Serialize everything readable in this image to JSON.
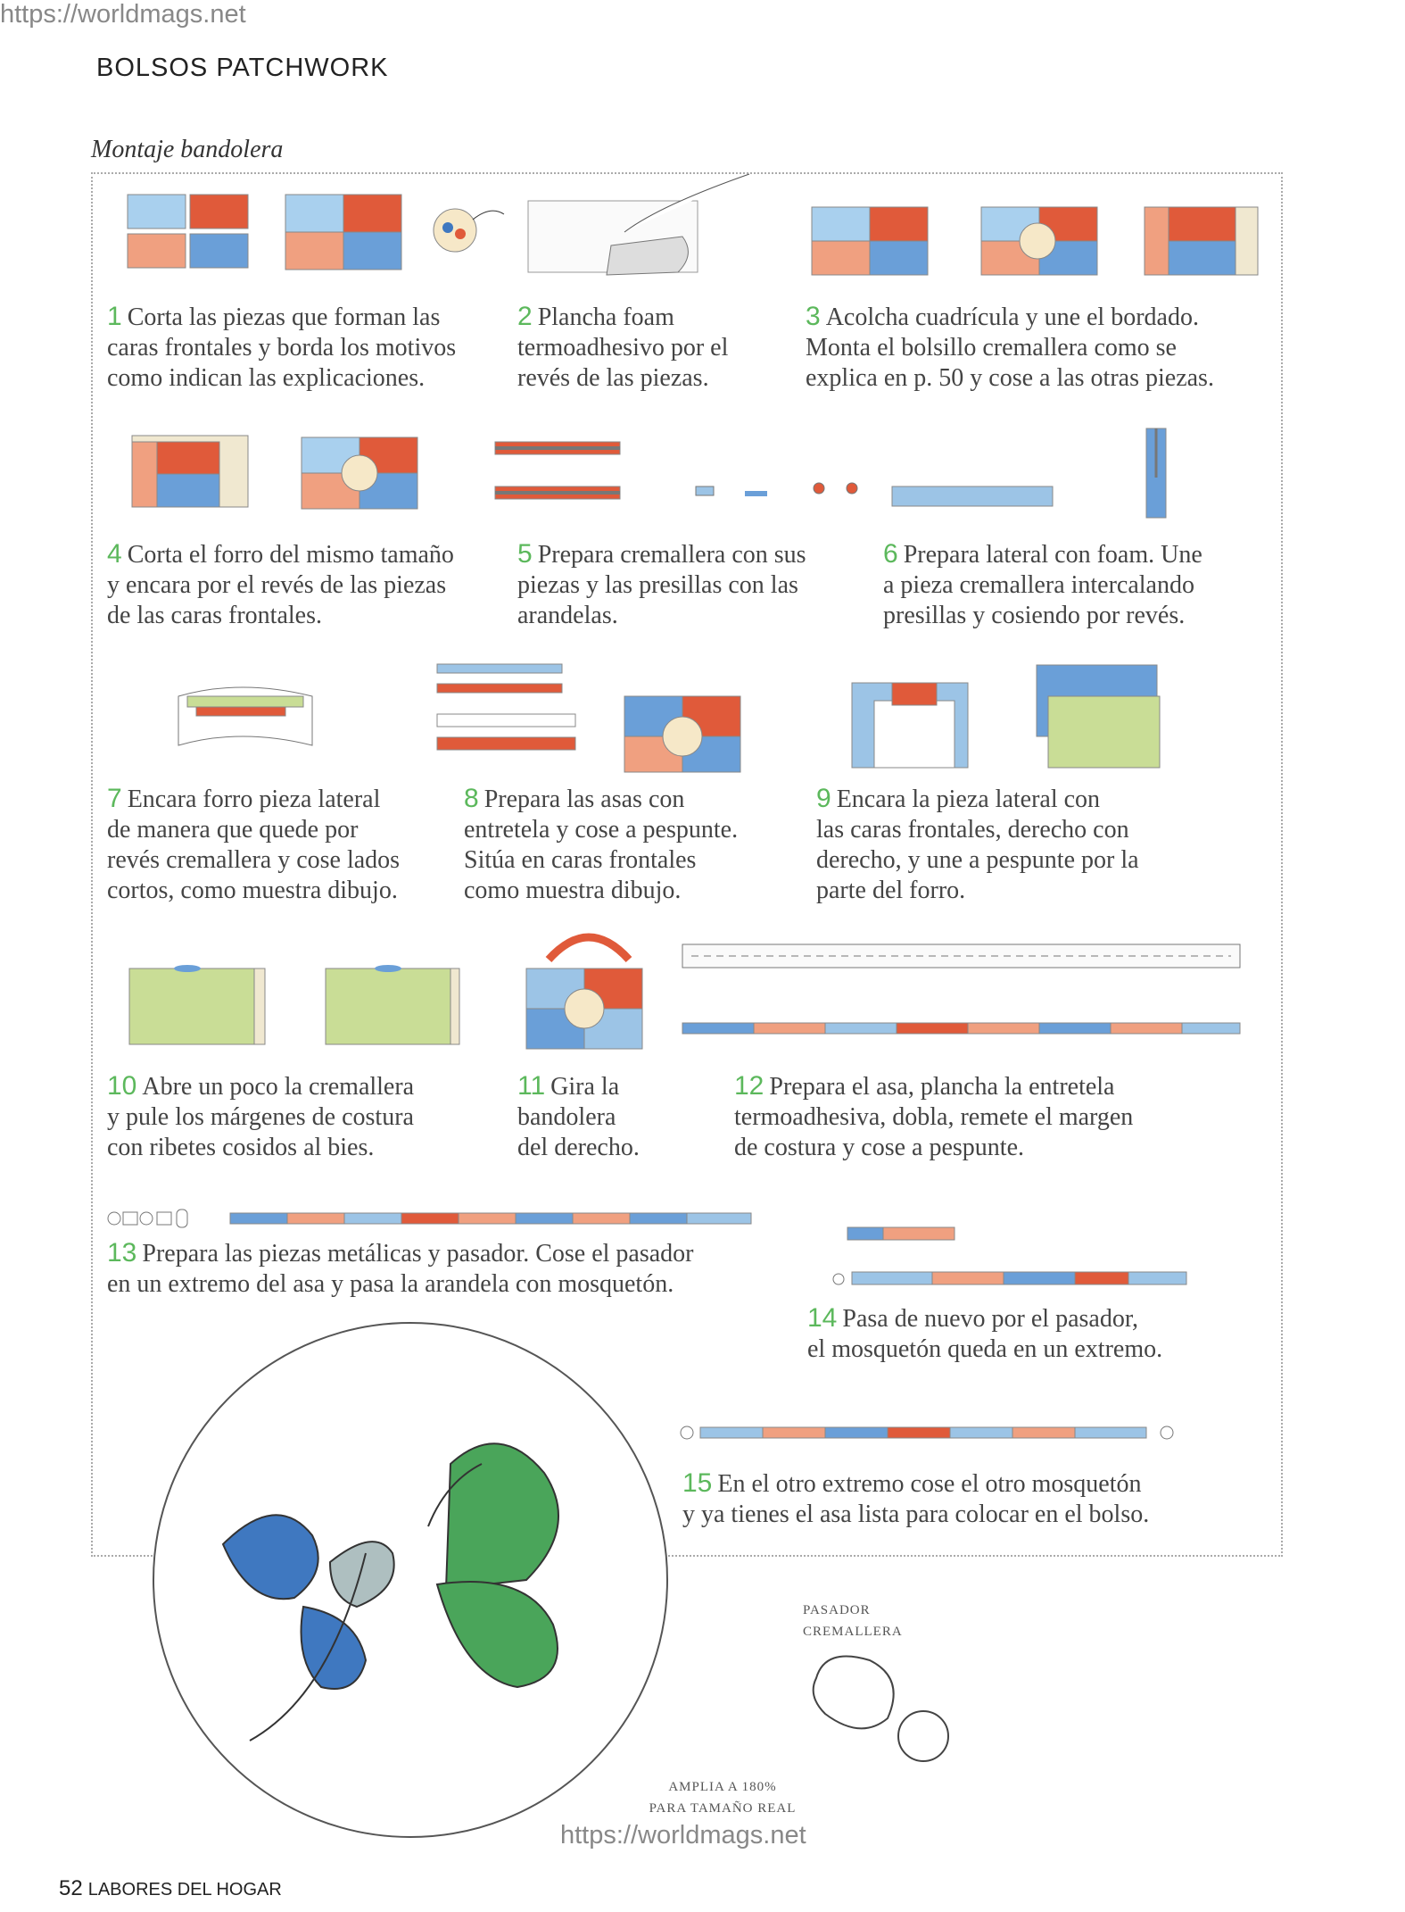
{
  "watermark_top": "https://worldmags.net",
  "watermark_bottom": "https://worldmags.net",
  "section_title": "BOLSOS PATCHWORK",
  "subtitle": "Montaje bandolera",
  "steps": [
    {
      "num": "1",
      "lines": [
        "Corta las piezas que forman las",
        "caras frontales y borda los motivos",
        "como indican las explicaciones."
      ]
    },
    {
      "num": "2",
      "lines": [
        "Plancha foam",
        "termoadhesivo por el",
        "revés de las piezas."
      ]
    },
    {
      "num": "3",
      "lines": [
        "Acolcha cuadrícula y une el bordado.",
        "Monta el bolsillo cremallera como se",
        "explica en p. 50 y cose a las otras piezas."
      ]
    },
    {
      "num": "4",
      "lines": [
        "Corta el forro del mismo tamaño",
        "y encara por el revés de las piezas",
        "de las caras frontales."
      ]
    },
    {
      "num": "5",
      "lines": [
        "Prepara cremallera con sus",
        "piezas y las presillas con las",
        "arandelas."
      ]
    },
    {
      "num": "6",
      "lines": [
        "Prepara lateral con foam. Une",
        "a pieza cremallera intercalando",
        "presillas y cosiendo por revés."
      ]
    },
    {
      "num": "7",
      "lines": [
        "Encara forro pieza lateral",
        "de manera que quede por",
        "revés cremallera y cose lados",
        "cortos, como muestra dibujo."
      ]
    },
    {
      "num": "8",
      "lines": [
        "Prepara las asas con",
        "entretela y cose a pespunte.",
        "Sitúa en caras frontales",
        "como muestra dibujo."
      ]
    },
    {
      "num": "9",
      "lines": [
        "Encara la pieza lateral con",
        "las caras frontales, derecho con",
        "derecho, y une a pespunte por la",
        "parte del forro."
      ]
    },
    {
      "num": "10",
      "lines": [
        "Abre un poco la cremallera",
        "y pule los márgenes de costura",
        "con ribetes cosidos al bies."
      ]
    },
    {
      "num": "11",
      "lines": [
        "Gira la",
        "bandolera",
        "del derecho."
      ]
    },
    {
      "num": "12",
      "lines": [
        "Prepara el asa, plancha la entretela",
        "termoadhesiva, dobla, remete el margen",
        "de costura y cose a pespunte."
      ]
    },
    {
      "num": "13",
      "lines": [
        "Prepara las piezas metálicas y pasador. Cose el pasador",
        "en un extremo del asa y pasa la arandela con mosquetón."
      ]
    },
    {
      "num": "14",
      "lines": [
        "Pasa de nuevo por el pasador,",
        "el mosquetón queda en un extremo."
      ]
    },
    {
      "num": "15",
      "lines": [
        "En el otro extremo cose el otro mosquetón",
        "y ya tienes el asa lista para colocar en el bolso."
      ]
    }
  ],
  "pattern_label": [
    "PASADOR",
    "CREMALLERA"
  ],
  "enlarge_note": [
    "AMPLIA A 180%",
    "PARA TAMAÑO REAL"
  ],
  "page_number": "52",
  "magazine_name": "LABORES DEL HOGAR",
  "colors": {
    "accent_green": "#5cb85c",
    "fabric_red": "#e05a3a",
    "fabric_salmon": "#f0a080",
    "fabric_blue": "#6a9fd8",
    "foam_green": "#c9dd96",
    "embroidery_blue": "#3f78c0",
    "embroidery_green": "#4aa55a"
  }
}
